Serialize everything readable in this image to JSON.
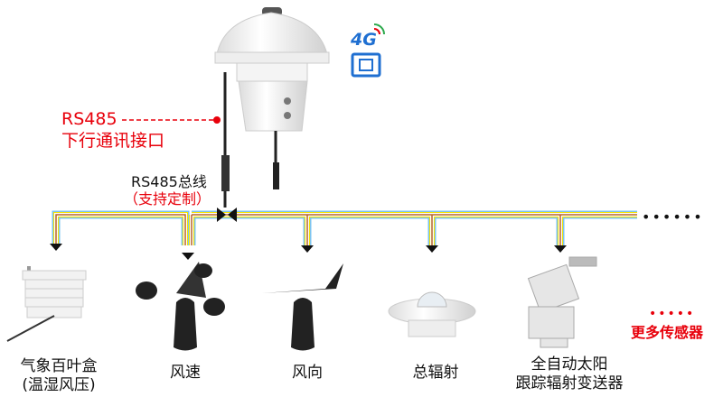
{
  "hub": {
    "network_label": "4G",
    "interface_label": "RS485",
    "interface_desc": "下行通讯接口"
  },
  "bus": {
    "label": "RS485总线",
    "note": "（支持定制）",
    "more_dots": "••••••"
  },
  "sensors": [
    {
      "line1": "气象百叶盒",
      "line2": "(温湿风压)"
    },
    {
      "line1": "风速"
    },
    {
      "line1": "风向"
    },
    {
      "line1": "总辐射"
    },
    {
      "line1": "全自动太阳",
      "line2": "跟踪辐射变送器"
    }
  ],
  "more": {
    "dots": "•••••",
    "label": "更多传感器"
  },
  "colors": {
    "red": "#e8000b",
    "blue": "#1f6fd1",
    "wire_blue": "#7cc4f0",
    "wire_yellow": "#f5e200",
    "wire_brown": "#b5652c"
  }
}
